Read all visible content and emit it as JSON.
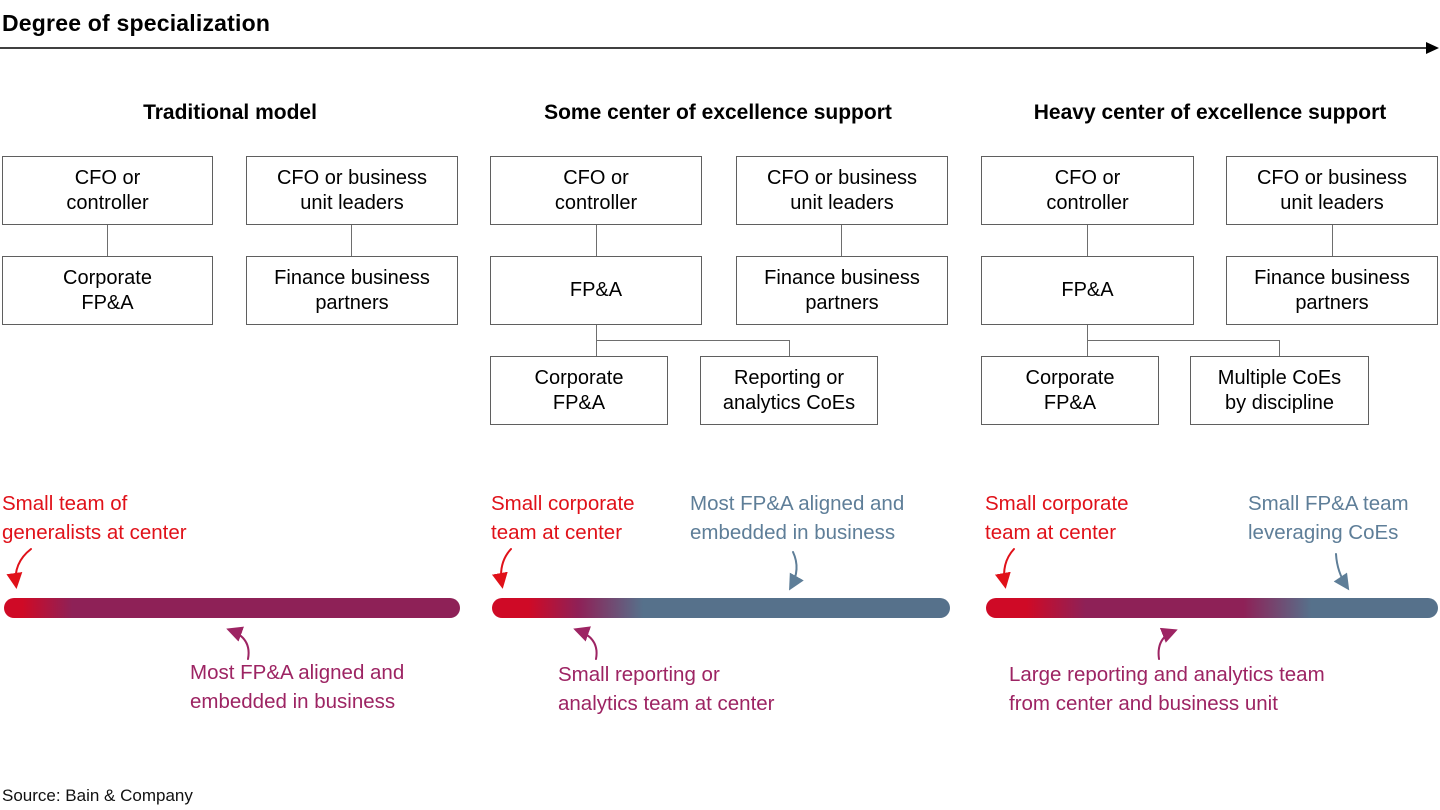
{
  "title": "Degree of specialization",
  "source": "Source: Bain & Company",
  "palette": {
    "red": "#e01119",
    "barRed": "#cf0a26",
    "purple": "#9d2463",
    "barPurple": "#8e2157",
    "blue": "#5e7e98",
    "barBlue": "#56718b"
  },
  "models": [
    {
      "name": "Traditional model",
      "org": {
        "cfo": "CFO or\ncontroller",
        "cfo_child": "Corporate\nFP&A",
        "bu": "CFO or business\nunit leaders",
        "bu_child": "Finance business\npartners"
      },
      "bar": [
        {
          "color": "barRed",
          "at": 0
        },
        {
          "color": "barRed",
          "at": 0.04
        },
        {
          "color": "barPurple",
          "at": 0.15
        },
        {
          "color": "barPurple",
          "at": 1
        }
      ],
      "notes": {
        "red": "Small team of\ngeneralists at center",
        "purple": "Most FP&A aligned and\nembedded in business"
      }
    },
    {
      "name": "Some center of excellence support",
      "org": {
        "cfo": "CFO or\ncontroller",
        "cfo_child": "FP&A",
        "bu": "CFO or business\nunit leaders",
        "bu_child": "Finance business\npartners",
        "coe_left": "Corporate\nFP&A",
        "coe_right": "Reporting or\nanalytics CoEs"
      },
      "bar": [
        {
          "color": "barRed",
          "at": 0
        },
        {
          "color": "barRed",
          "at": 0.08
        },
        {
          "color": "barPurple",
          "at": 0.19
        },
        {
          "color": "barBlue",
          "at": 0.33
        },
        {
          "color": "barBlue",
          "at": 1
        }
      ],
      "notes": {
        "red": "Small corporate\nteam at center",
        "blue": "Most FP&A aligned and\nembedded in business",
        "purple": "Small reporting or\nanalytics team at center"
      }
    },
    {
      "name": "Heavy center of excellence support",
      "org": {
        "cfo": "CFO or\ncontroller",
        "cfo_child": "FP&A",
        "bu": "CFO or business\nunit leaders",
        "bu_child": "Finance business\npartners",
        "coe_left": "Corporate\nFP&A",
        "coe_right": "Multiple CoEs\nby discipline"
      },
      "bar": [
        {
          "color": "barRed",
          "at": 0
        },
        {
          "color": "barRed",
          "at": 0.09
        },
        {
          "color": "barPurple",
          "at": 0.22
        },
        {
          "color": "barPurple",
          "at": 0.57
        },
        {
          "color": "barBlue",
          "at": 0.72
        },
        {
          "color": "barBlue",
          "at": 1
        }
      ],
      "notes": {
        "red": "Small corporate\nteam at center",
        "blue": "Small FP&A team\nleveraging CoEs",
        "purple": "Large reporting and analytics team\nfrom center and business unit"
      }
    }
  ]
}
